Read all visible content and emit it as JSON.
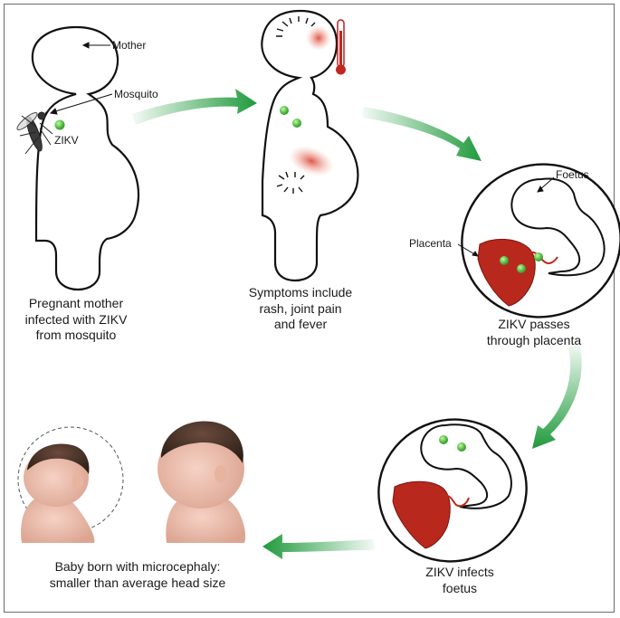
{
  "labels": {
    "mother": "Mother",
    "mosquito": "Mosquito",
    "zikv": "ZIKV",
    "foetus": "Foetus",
    "placenta": "Placenta"
  },
  "captions": {
    "step1": [
      "Pregnant mother",
      "infected with ZIKV",
      "from mosquito"
    ],
    "step2": [
      "Symptoms include",
      "rash, joint pain",
      "and fever"
    ],
    "step3": [
      "ZIKV passes",
      "through placenta"
    ],
    "step4": [
      "ZIKV infects",
      "foetus"
    ],
    "step5": [
      "Baby born with microcephaly:",
      "smaller than average head size"
    ]
  },
  "colors": {
    "arrow": "#1f9a3c",
    "virus": "#5cc24a",
    "placenta": "#b8281d",
    "rash": "#e0604e",
    "outline": "#111111",
    "thermometer": "#c0281e"
  }
}
